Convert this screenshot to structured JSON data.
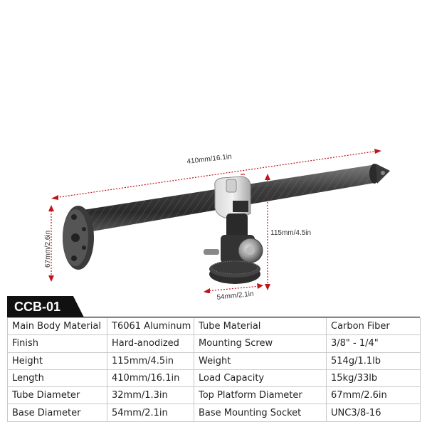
{
  "dimensions": {
    "length": "410mm/16.1in",
    "height": "115mm/4.5in",
    "base_diameter": "54mm/2.1in",
    "platform_diameter": "67mm/2.6in"
  },
  "model": "CCB-01",
  "colors": {
    "dimension_arrow": "#c0141c",
    "tab_background": "#111111",
    "tube": "#4a4a4a"
  },
  "specs": [
    {
      "label1": "Main Body Material",
      "value1": "T6061 Aluminum",
      "label2": "Tube Material",
      "value2": "Carbon Fiber"
    },
    {
      "label1": "Finish",
      "value1": "Hard-anodized",
      "label2": "Mounting Screw",
      "value2": "3/8\"  - 1/4\""
    },
    {
      "label1": "Height",
      "value1": "115mm/4.5in",
      "label2": "Weight",
      "value2": "514g/1.1lb"
    },
    {
      "label1": "Length",
      "value1": "410mm/16.1in",
      "label2": "Load Capacity",
      "value2": "15kg/33lb"
    },
    {
      "label1": "Tube Diameter",
      "value1": "32mm/1.3in",
      "label2": "Top Platform Diameter",
      "value2": "67mm/2.6in"
    },
    {
      "label1": "Base Diameter",
      "value1": "54mm/2.1in",
      "label2": "Base Mounting Socket",
      "value2": "UNC3/8-16"
    }
  ]
}
